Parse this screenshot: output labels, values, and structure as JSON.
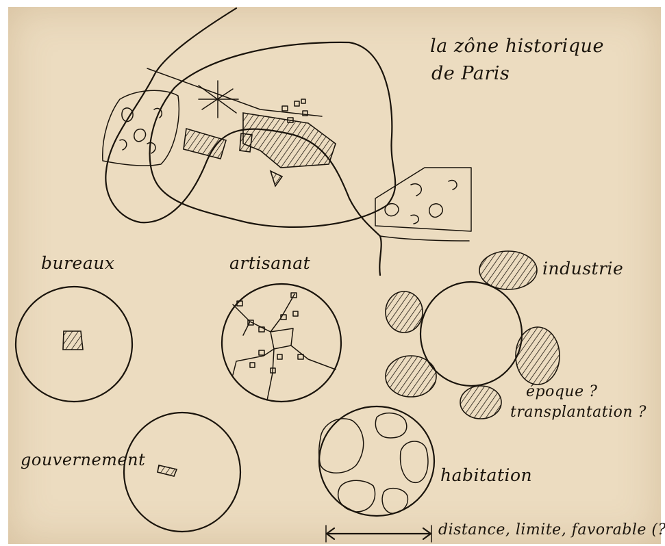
{
  "sketch": {
    "title_line1": "la zône historique",
    "title_line2": "de Paris",
    "labels": {
      "bureaux": "bureaux",
      "artisanat": "artisanat",
      "industrie": "industrie",
      "epoque_line1": "époque ?",
      "epoque_line2": "transplantation ?",
      "gouvernement": "gouvernement",
      "habitation": "habitation",
      "distance": "distance, limite, favorable (?)"
    },
    "colors": {
      "paper": "#ecdcc0",
      "ink": "#1a140c"
    }
  }
}
